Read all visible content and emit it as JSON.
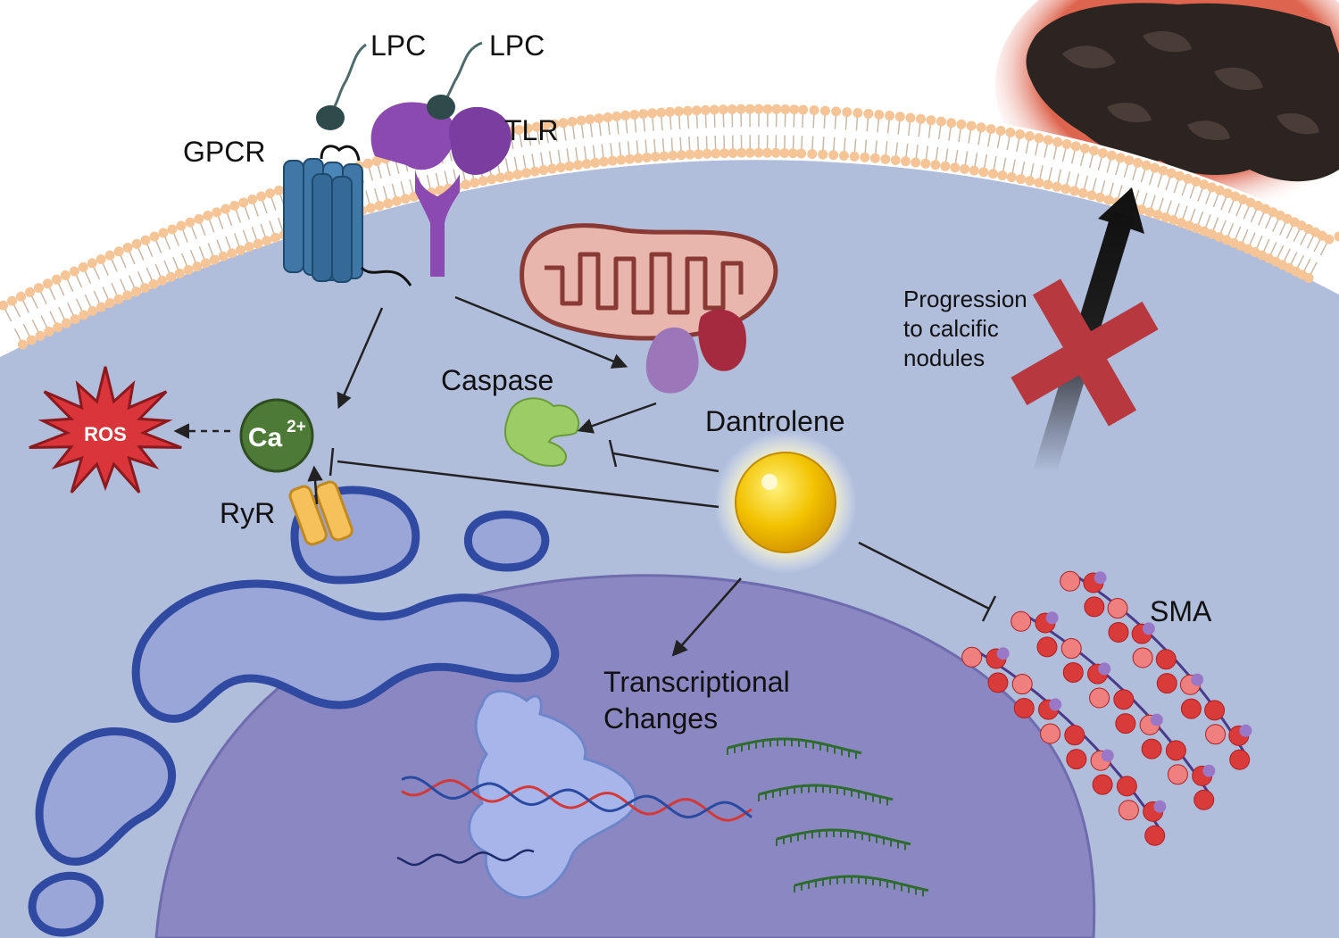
{
  "labels": {
    "lpc_1": "LPC",
    "lpc_2": "LPC",
    "gpcr": "GPCR",
    "tlr": "TLR",
    "caspase": "Caspase",
    "ros": "ROS",
    "ca": "Ca",
    "ca_charge": "2+",
    "ryr": "RyR",
    "dantrolene": "Dantrolene",
    "progression_line1": "Progression",
    "progression_line2": "to calcific",
    "progression_line3": "nodules",
    "transcriptional_line1": "Transcriptional",
    "transcriptional_line2": "Changes",
    "sma": "SMA"
  },
  "colors": {
    "cytoplasm": "#b0bedc",
    "membrane_head": "#f5c597",
    "nucleus": "#8a87c2",
    "er": "#9aa6d8",
    "er_outline": "#2f4aa0",
    "gpcr": "#3f78a6",
    "tlr": "#8a4ab0",
    "ros": "#d9353b",
    "calcium": "#4e7a37",
    "caspase": "#9ccc65",
    "mitochondrion": "#e8b6ac",
    "dantrolene": "#f2c200",
    "actin": "#e86a6a",
    "rna": "#2e6b2e",
    "nodule": "#2c2421"
  }
}
